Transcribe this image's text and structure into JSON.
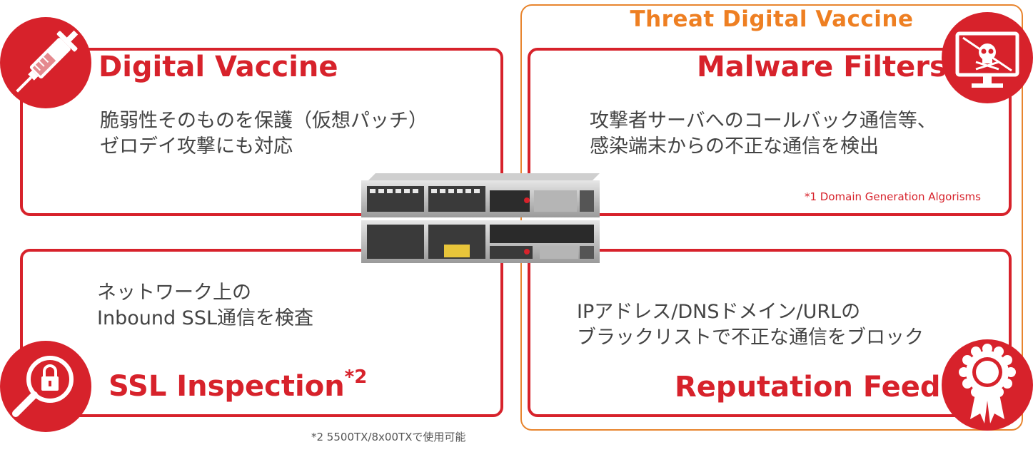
{
  "threat_group": {
    "title": "Threat Digital Vaccine"
  },
  "panels": {
    "digital_vaccine": {
      "title": "Digital Vaccine",
      "lines": [
        "脆弱性そのものを保護（仮想パッチ）",
        "ゼロデイ攻撃にも対応"
      ],
      "icon": "syringe-icon"
    },
    "malware_filters": {
      "title": "Malware Filters",
      "lines": [
        "攻撃者サーバへのコールバック通信等、",
        "感染端末からの不正な通信を検出"
      ],
      "note": "*1  Domain Generation Algorisms",
      "icon": "monitor-skull-icon"
    },
    "ssl_inspection": {
      "title": "SSL Inspection",
      "superscript": "*2",
      "lines": [
        "ネットワーク上の",
        "Inbound SSL通信を検査"
      ],
      "icon": "magnifier-lock-icon"
    },
    "reputation_feed": {
      "title": "Reputation Feed",
      "lines": [
        "IPアドレス/DNSドメイン/URLの",
        "ブラックリストで不正な通信をブロック"
      ],
      "icon": "award-rosette-icon"
    }
  },
  "footnote": "*2  5500TX/8x00TXで使用可能",
  "device": {
    "icon": "network-appliance-icon"
  },
  "colors": {
    "accent_red": "#d7222b",
    "accent_orange": "#ee7f22",
    "text": "#444444"
  }
}
